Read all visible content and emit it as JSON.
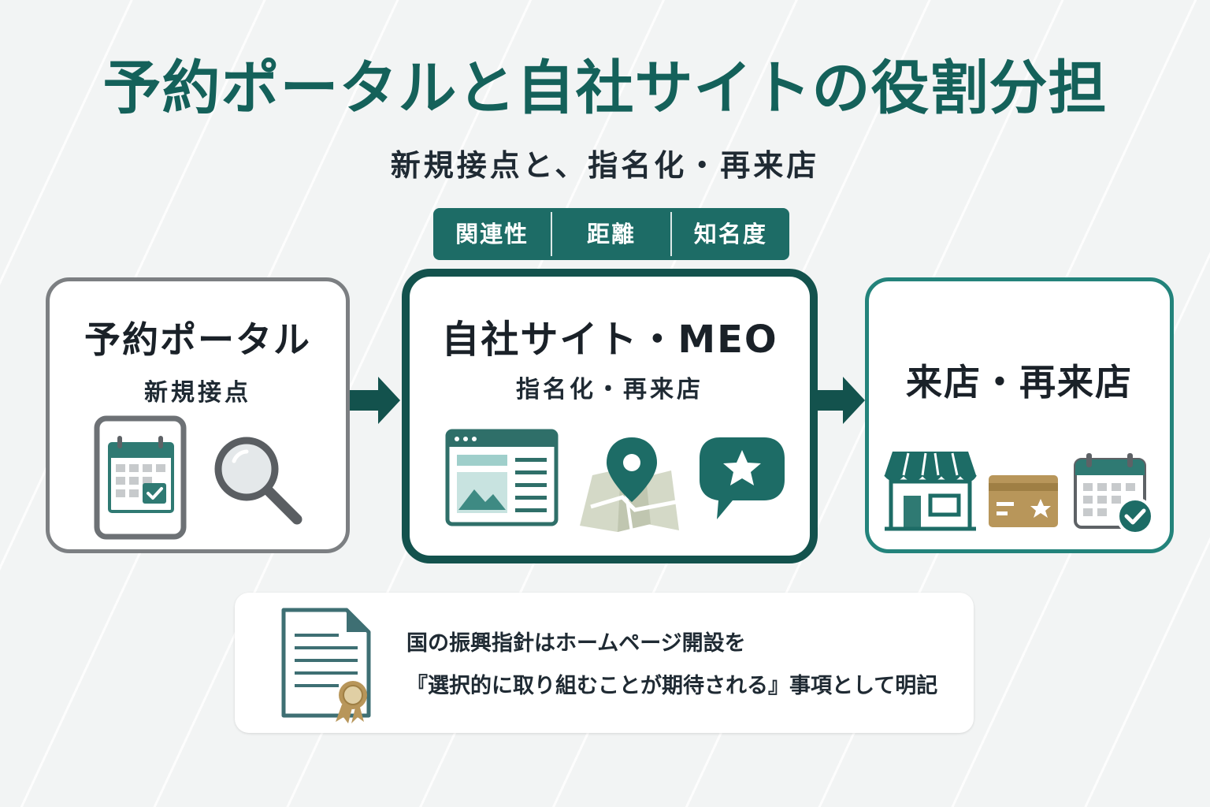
{
  "header": {
    "title": "予約ポータルと自社サイトの役割分担",
    "subtitle": "新規接点と、指名化・再来店"
  },
  "factors": [
    "関連性",
    "距離",
    "知名度"
  ],
  "cards": {
    "portal": {
      "title": "予約ポータル",
      "subtitle": "新規接点"
    },
    "site": {
      "title": "自社サイト・MEO",
      "subtitle": "指名化・再来店"
    },
    "visit": {
      "title": "来店・再来店"
    }
  },
  "note": {
    "line1": "国の振興指針はホームページ開設を",
    "line2": "『選択的に取り組むことが期待される』事項として明記"
  },
  "colors": {
    "accent": "#14615a",
    "dark_teal": "#13524d",
    "teal": "#23837b",
    "gray": "#7c7f82",
    "gold": "#b8965a"
  }
}
